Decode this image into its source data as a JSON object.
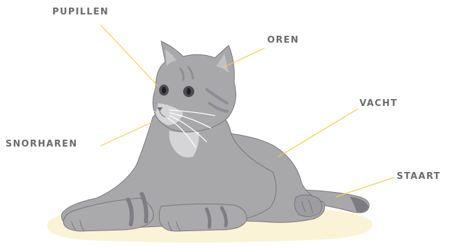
{
  "labels": {
    "pupillen": "PUPILLEN",
    "oren": "OREN",
    "vacht": "VACHT",
    "snorharen": "SNORHAREN",
    "staart": "STAART"
  },
  "colors": {
    "leader_line": "#f0cf4a",
    "label_text": "#6b6b6b",
    "fur": "#a8a8ab",
    "fur_stripes": "#8e8e92",
    "fur_light": "#d5d5d8",
    "ground": "#fbf3d6"
  },
  "icons": {
    "cat_illustration": "cat-illustration"
  }
}
